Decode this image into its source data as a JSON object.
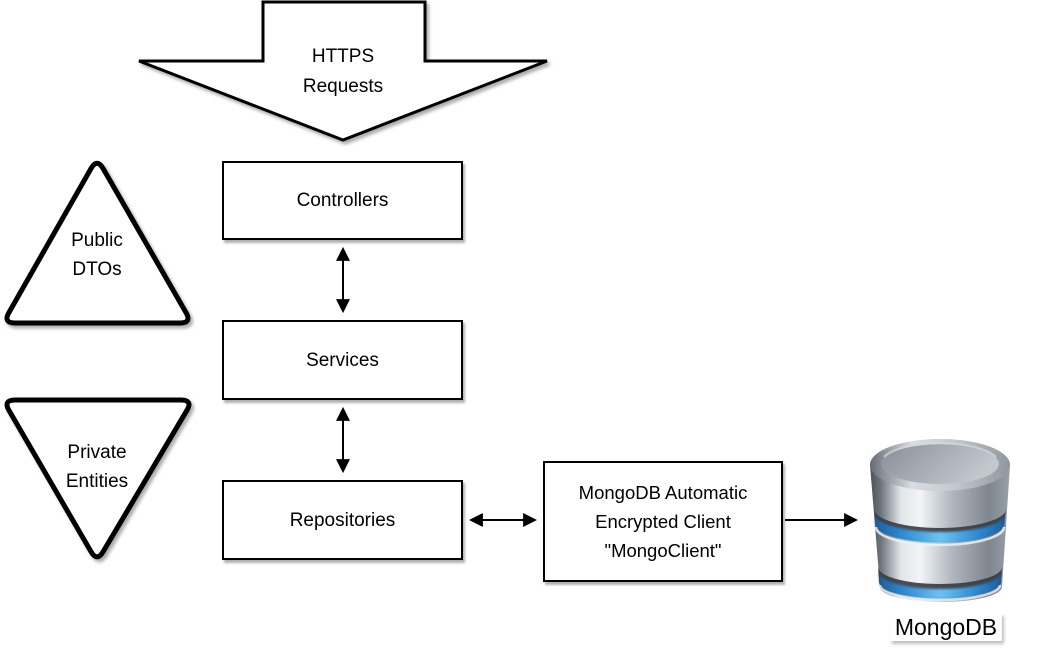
{
  "diagram": {
    "flow_arrow": {
      "label": "HTTPS\nRequests"
    },
    "layers": {
      "controllers": {
        "label": "Controllers"
      },
      "services": {
        "label": "Services"
      },
      "repositories": {
        "label": "Repositories"
      },
      "mongo_client": {
        "label": "MongoDB Automatic\nEncrypted Client\n\"MongoClient\""
      }
    },
    "models": {
      "public_dtos": {
        "label": "Public\nDTOs",
        "shape": "triangle-up"
      },
      "private_entities": {
        "label": "Private\nEntities",
        "shape": "triangle-down"
      }
    },
    "database": {
      "label": "MongoDB",
      "icon": "mongodb-database-icon"
    },
    "connections": [
      {
        "from": "https-requests",
        "to": "controllers",
        "type": "fat-arrow-down"
      },
      {
        "from": "controllers",
        "to": "services",
        "type": "double-arrow"
      },
      {
        "from": "services",
        "to": "repositories",
        "type": "double-arrow"
      },
      {
        "from": "repositories",
        "to": "mongo_client",
        "type": "double-arrow"
      },
      {
        "from": "mongo_client",
        "to": "mongodb",
        "type": "arrow"
      }
    ],
    "colors": {
      "background": "#ffffff",
      "shape_fill": "#ffffff",
      "shape_stroke": "#000000",
      "db_blue": "#4da6e8",
      "db_gray": "#9aa0a8"
    }
  }
}
